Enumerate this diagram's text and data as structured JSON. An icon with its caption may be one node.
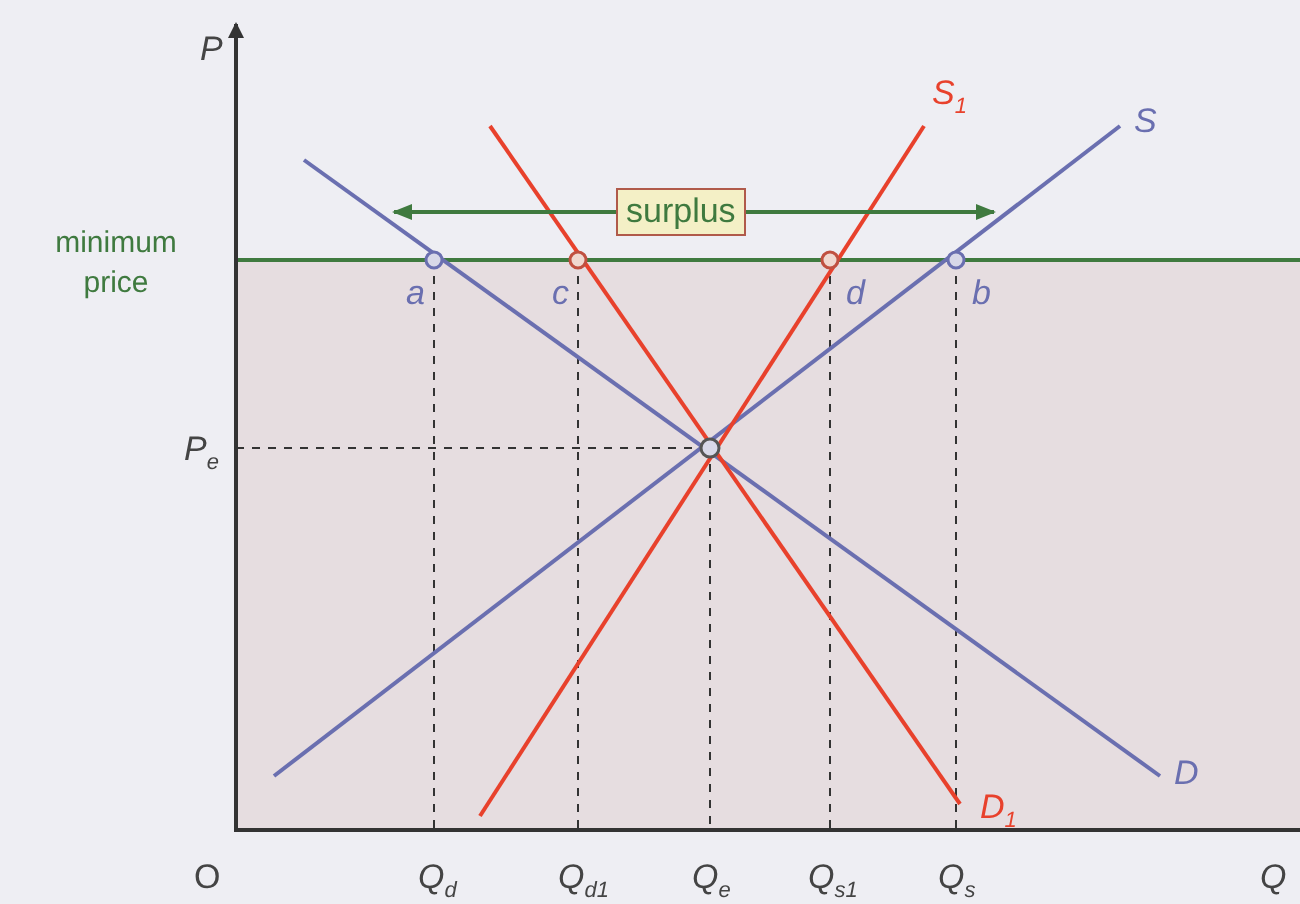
{
  "diagram": {
    "nodes": [
      {
        "text": [
          "surplus"
        ]
      }
    ],
    "labels": [
      "P",
      "S$_{1}$",
      "S",
      "minimum price",
      "a",
      "c",
      "d",
      "b",
      "P$_{e}$",
      "D",
      "D$_{1}$",
      "O",
      "Q$_{d}$",
      "Q$_{d1}$",
      "Q$_{e}$",
      "Q$_{s1}$",
      "Q$_{s}$",
      "Q"
    ]
  }
}
